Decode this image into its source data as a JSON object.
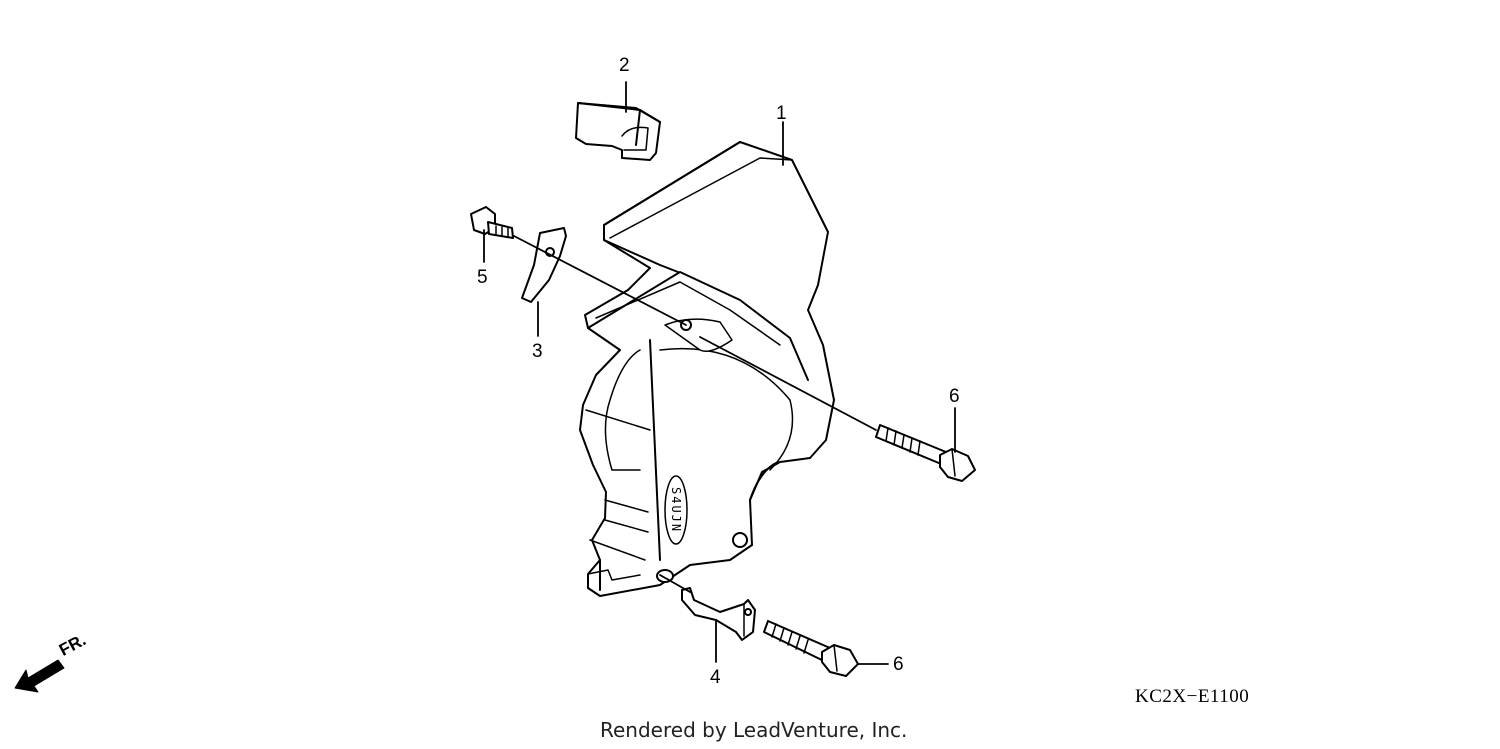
{
  "diagram": {
    "callouts": [
      "1",
      "2",
      "3",
      "4",
      "5",
      "6",
      "6"
    ],
    "stamp_text": "S4UJN",
    "direction_label": "FR.",
    "diagram_code": "KC2X−E1100",
    "credit": "Rendered by LeadVenture, Inc."
  }
}
